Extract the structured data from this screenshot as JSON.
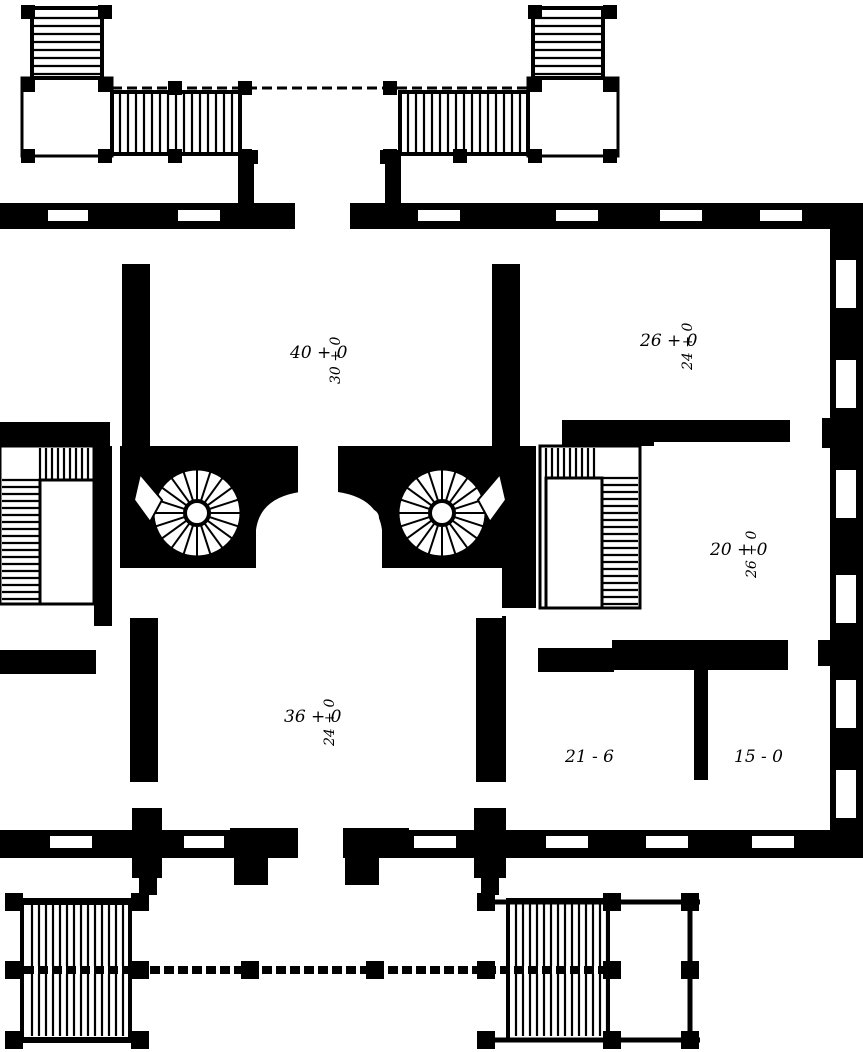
{
  "plan": {
    "rooms": [
      {
        "id": "saloon",
        "width": "40 + 0",
        "length": "30 + 0"
      },
      {
        "id": "east-front",
        "width": "26 + 0",
        "length": "24 + 0"
      },
      {
        "id": "east-middle",
        "width": "20 + 0",
        "length": "26 + 0"
      },
      {
        "id": "hall",
        "width": "36 + 0",
        "length": "24 + 0"
      },
      {
        "id": "closet-large",
        "label": "21 - 6"
      },
      {
        "id": "closet-small",
        "label": "15 - 0"
      }
    ],
    "colors": {
      "ink": "#000000",
      "paper": "#ffffff"
    }
  }
}
